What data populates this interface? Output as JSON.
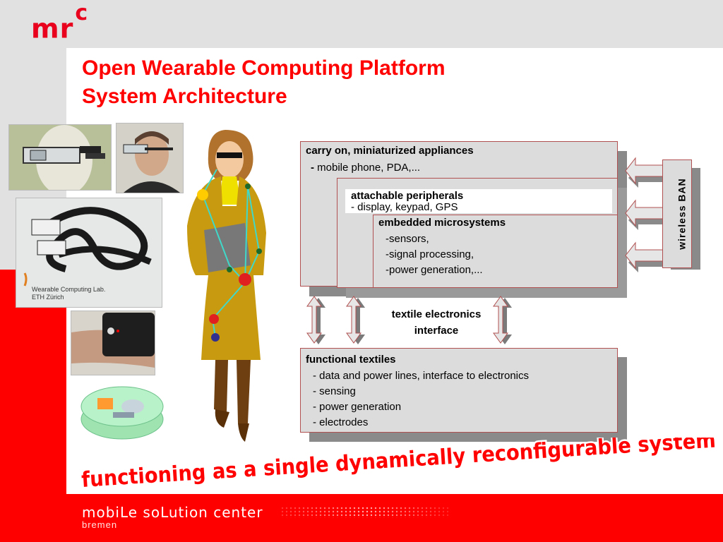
{
  "brand": {
    "logo_main": "mr",
    "logo_sup": "c",
    "accent_color": "#ff0000"
  },
  "title": {
    "line1": "Open Wearable Computing Platform",
    "line2": "System Architecture"
  },
  "photos": {
    "lab_caption_line1": "Wearable Computing Lab.",
    "lab_caption_line2": "ETH Zürich"
  },
  "diagram": {
    "carry_on": {
      "title": "carry on, miniaturized appliances",
      "dash": "-",
      "item": "mobile phone, PDA,..."
    },
    "attachable": {
      "title": "attachable peripherals",
      "item": "- display, keypad, GPS"
    },
    "embedded": {
      "title": "embedded microsystems",
      "items": [
        "-sensors,",
        "-signal processing,",
        "-power generation,..."
      ]
    },
    "interface": {
      "line1": "textile electronics",
      "line2": "interface"
    },
    "functional": {
      "title": "functional textiles",
      "items": [
        "- data and power lines, interface to electronics",
        "- sensing",
        "- power generation",
        "- electrodes"
      ]
    },
    "ban": "wireless BAN"
  },
  "slogan": "functioning as a single dynamically reconfigurable system",
  "footer": {
    "brand": "mobiLe soLution center",
    "city": "bremen"
  }
}
